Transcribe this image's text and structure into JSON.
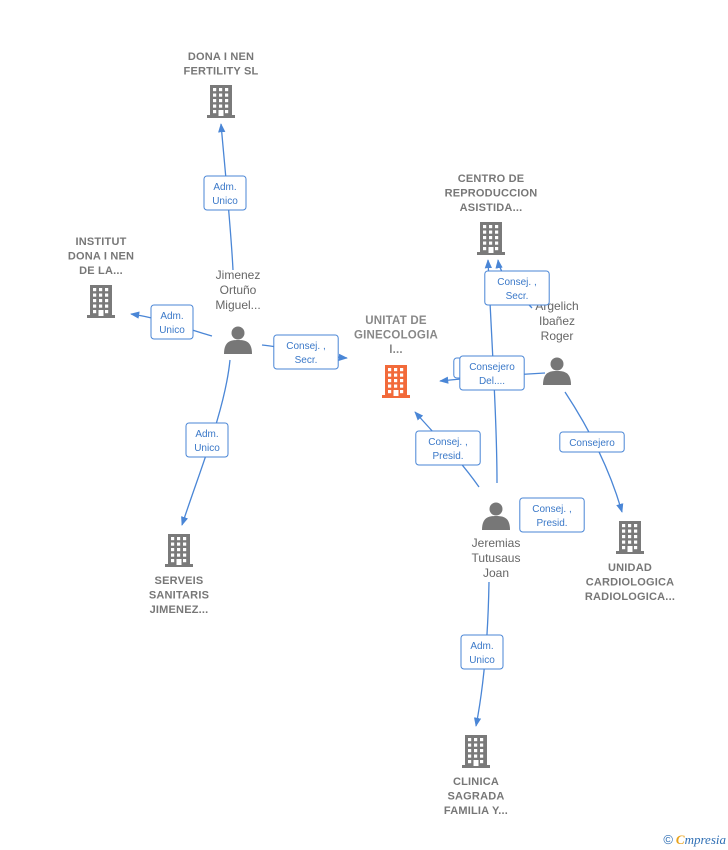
{
  "colors": {
    "focus": "#f26a3a",
    "company": "#7a7a7a",
    "person": "#777777",
    "edge": "#4a86d6"
  },
  "nodes": [
    {
      "id": "focus",
      "kind": "company",
      "focus": true,
      "icon": "building-icon",
      "lines": [
        "UNITAT DE",
        "GINECOLOGIA",
        "I..."
      ]
    },
    {
      "id": "dona",
      "kind": "company",
      "icon": "building-icon",
      "lines": [
        "DONA I NEN",
        "FERTILITY  SL"
      ]
    },
    {
      "id": "institut",
      "kind": "company",
      "icon": "building-icon",
      "lines": [
        "INSTITUT",
        "DONA I NEN",
        "DE LA..."
      ]
    },
    {
      "id": "serveis",
      "kind": "company",
      "icon": "building-icon",
      "lines": [
        "SERVEIS",
        "SANITARIS",
        "JIMENEZ..."
      ]
    },
    {
      "id": "centro",
      "kind": "company",
      "icon": "building-icon",
      "lines": [
        "CENTRO DE",
        "REPRODUCCION",
        "ASISTIDA..."
      ]
    },
    {
      "id": "unidad",
      "kind": "company",
      "icon": "building-icon",
      "lines": [
        "UNIDAD",
        "CARDIOLOGICA",
        "RADIOLOGICA..."
      ]
    },
    {
      "id": "clinica",
      "kind": "company",
      "icon": "building-icon",
      "lines": [
        "CLINICA",
        "SAGRADA",
        "FAMILIA Y..."
      ]
    },
    {
      "id": "jimenez",
      "kind": "person",
      "icon": "person-icon",
      "lines": [
        "Jimenez",
        "Ortuño",
        "Miguel..."
      ]
    },
    {
      "id": "argelich",
      "kind": "person",
      "icon": "person-icon",
      "lines": [
        "Argelich",
        "Ibañez",
        "Roger"
      ]
    },
    {
      "id": "jeremias",
      "kind": "person",
      "icon": "person-icon",
      "lines": [
        "Jeremias",
        "Tutusaus",
        "Joan"
      ]
    }
  ],
  "edges": [
    {
      "id": "e1",
      "from": "jimenez",
      "to": "dona",
      "label": [
        "Adm.",
        "Unico"
      ]
    },
    {
      "id": "e2",
      "from": "jimenez",
      "to": "institut",
      "label": [
        "Adm.",
        "Unico"
      ]
    },
    {
      "id": "e3",
      "from": "jimenez",
      "to": "focus",
      "label": [
        "Consej. ,",
        "Secr."
      ]
    },
    {
      "id": "e4",
      "from": "jimenez",
      "to": "serveis",
      "label": [
        "Adm.",
        "Unico"
      ]
    },
    {
      "id": "e5",
      "from": "argelich",
      "to": "centro",
      "label": [
        "Consej. ,",
        "Secr."
      ]
    },
    {
      "id": "e6",
      "from": "argelich",
      "to": "focus",
      "label": [
        "Consejero"
      ]
    },
    {
      "id": "e7",
      "from": "argelich",
      "to": "unidad",
      "label": [
        "Consejero"
      ]
    },
    {
      "id": "e8",
      "from": "jeremias",
      "to": "centro",
      "label": [
        "Consejero",
        "Del...."
      ]
    },
    {
      "id": "e9",
      "from": "jeremias",
      "to": "focus",
      "label": [
        "Consej. ,",
        "Presid."
      ]
    },
    {
      "id": "e10",
      "from": "jeremias",
      "to": "unidad",
      "label": [
        "Consej. ,",
        "Presid."
      ]
    },
    {
      "id": "e11",
      "from": "jeremias",
      "to": "clinica",
      "label": [
        "Adm.",
        "Unico"
      ]
    }
  ],
  "footer": {
    "copyright": "©",
    "brand_initial": "C",
    "brand_rest": "mpresia"
  }
}
